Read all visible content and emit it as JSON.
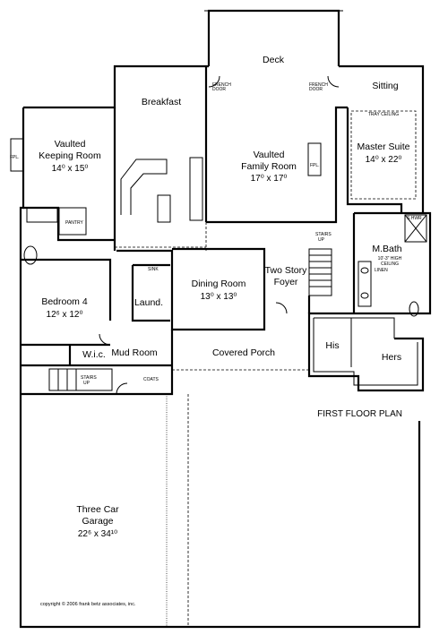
{
  "plan_title": "FIRST FLOOR PLAN",
  "copyright": "copyright © 2006 frank betz associates, inc.",
  "rooms": {
    "deck": {
      "name": "Deck"
    },
    "breakfast": {
      "name": "Breakfast"
    },
    "sitting": {
      "name": "Sitting"
    },
    "keeping_room": {
      "name_line1": "Vaulted",
      "name_line2": "Keeping Room",
      "dims": "14⁰ x 15⁰"
    },
    "family_room": {
      "name_line1": "Vaulted",
      "name_line2": "Family Room",
      "dims": "17⁰ x 17⁰"
    },
    "master_suite": {
      "name": "Master Suite",
      "dims": "14⁰ x 22⁰"
    },
    "m_bath": {
      "name": "M.Bath",
      "ceiling_line1": "10'-3\" HIGH",
      "ceiling_line2": "CEILING"
    },
    "bedroom4": {
      "name": "Bedroom 4",
      "dims": "12⁶ x 12⁰"
    },
    "laund": {
      "name": "Laund."
    },
    "dining_room": {
      "name": "Dining Room",
      "dims": "13⁰ x 13⁰"
    },
    "foyer": {
      "name_line1": "Two Story",
      "name_line2": "Foyer"
    },
    "wic": {
      "name": "W.i.c."
    },
    "mud_room": {
      "name": "Mud Room"
    },
    "covered_porch": {
      "name": "Covered Porch"
    },
    "his": {
      "name": "His"
    },
    "hers": {
      "name": "Hers"
    },
    "garage": {
      "name_line1": "Three Car",
      "name_line2": "Garage",
      "dims": "22⁶ x 34¹⁰"
    }
  },
  "notes": {
    "french_door_left_1": "FRENCH",
    "french_door_left_2": "DOOR",
    "french_door_right_1": "FRENCH",
    "french_door_right_2": "DOOR",
    "tray_ceiling": "TRAY CEILING",
    "fpl_keeping": "FPL.",
    "fpl_family": "FPL.",
    "pantry": "PANTRY",
    "linen": "LINEN",
    "stairs_foyer_1": "STAIRS",
    "stairs_foyer_2": "UP",
    "stairs_mud_1": "STAIRS",
    "stairs_mud_2": "UP",
    "coats": "COATS",
    "sink": "SINK",
    "shwr": "S.HWR"
  }
}
